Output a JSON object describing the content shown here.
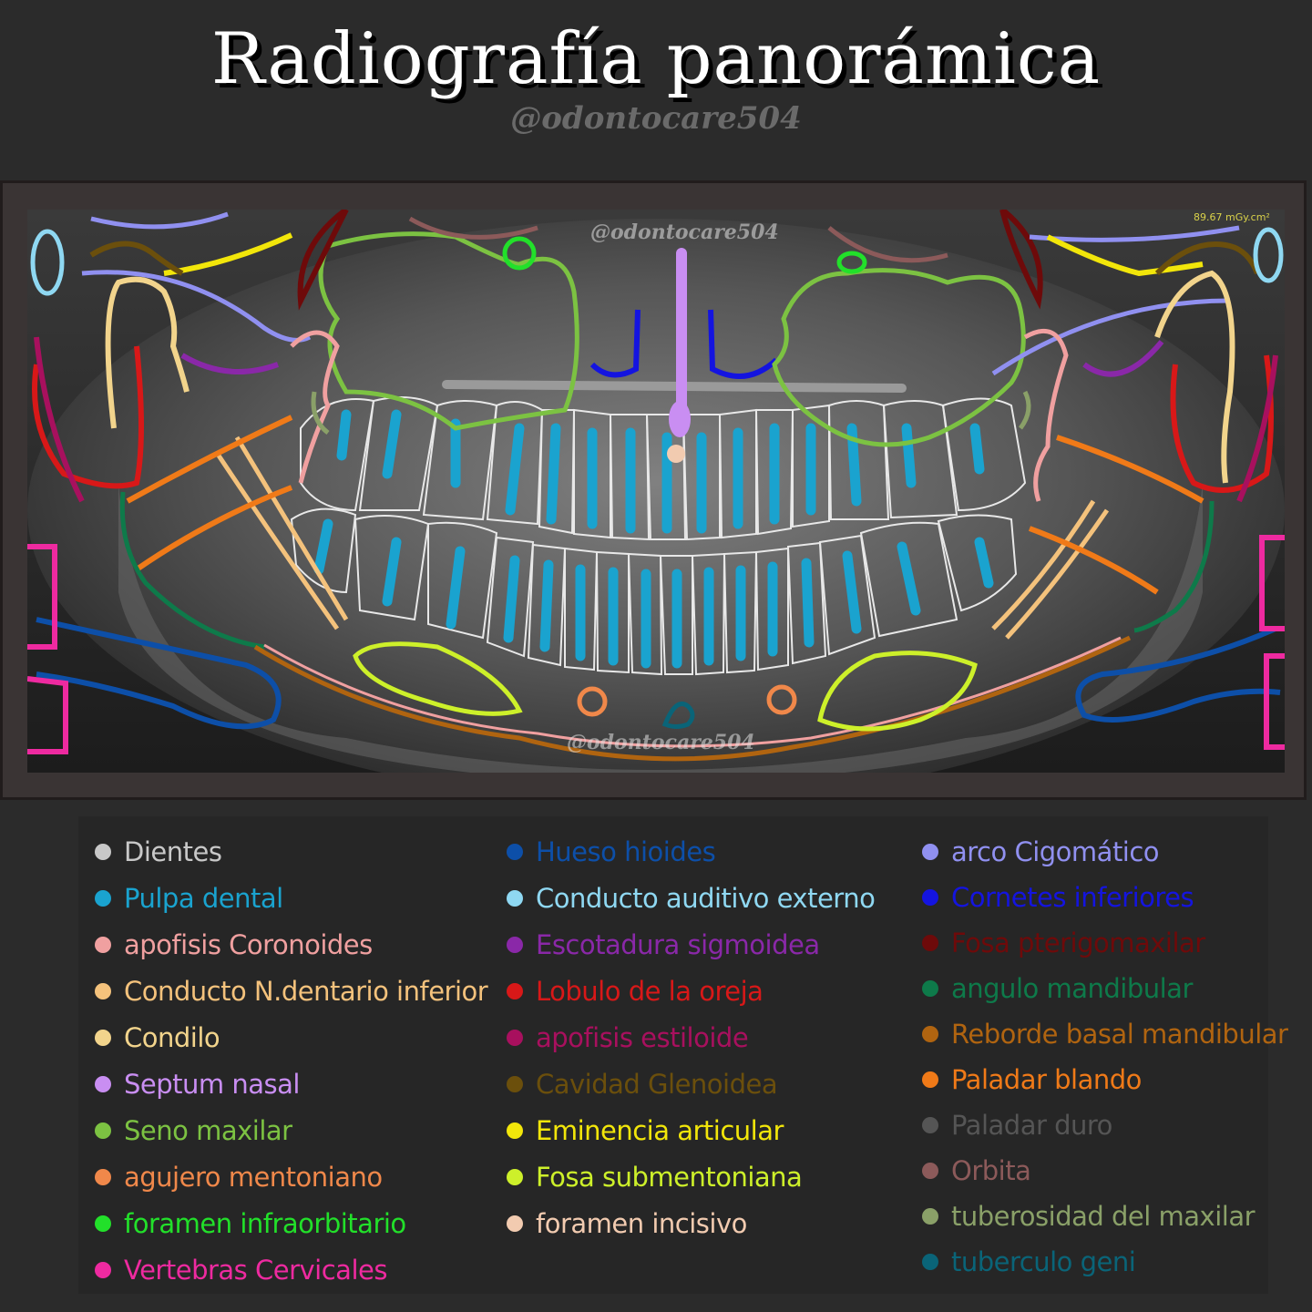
{
  "title": "Radiografía panorámica",
  "handle": "@odontocare504",
  "xray": {
    "dose_label": "89.67 mGy.cm²",
    "watermarks": [
      "@odontocare504",
      "@odontocare504"
    ]
  },
  "legend": {
    "columns": [
      [
        {
          "label": "Dientes",
          "color": "#c8c8c8"
        },
        {
          "label": "Pulpa dental",
          "color": "#1aa3cf"
        },
        {
          "label": "apofisis Coronoides",
          "color": "#f0a0a0"
        },
        {
          "label": "Conducto N.dentario inferior",
          "color": "#f4c27c"
        },
        {
          "label": "Condilo",
          "color": "#f2d48c"
        },
        {
          "label": "Septum nasal",
          "color": "#c98ef2"
        },
        {
          "label": "Seno maxilar",
          "color": "#7cc242"
        },
        {
          "label": "agujero mentoniano",
          "color": "#f0884a"
        },
        {
          "label": "foramen infraorbitario",
          "color": "#22e02a"
        },
        {
          "label": "Vertebras Cervicales",
          "color": "#ee2aa0"
        }
      ],
      [
        {
          "label": "Hueso hioides",
          "color": "#0d4fa8"
        },
        {
          "label": "Conducto auditivo externo",
          "color": "#8fd8f2"
        },
        {
          "label": "Escotadura sigmoidea",
          "color": "#8a28a8"
        },
        {
          "label": "Lobulo de la oreja",
          "color": "#d81818"
        },
        {
          "label": "apofisis estiloide",
          "color": "#a8105e"
        },
        {
          "label": "Cavidad Glenoidea",
          "color": "#6b4f0c"
        },
        {
          "label": "Eminencia articular",
          "color": "#f2e60a"
        },
        {
          "label": "Fosa submentoniana",
          "color": "#cdf02a"
        },
        {
          "label": "foramen incisivo",
          "color": "#f2cbb0"
        }
      ],
      [
        {
          "label": "arco Cigomático",
          "color": "#9090f0"
        },
        {
          "label": "Cornetes inferiores",
          "color": "#1414e0"
        },
        {
          "label": "Fosa pterigomaxilar",
          "color": "#6e0a0a"
        },
        {
          "label": "angulo mandibular",
          "color": "#0e7a4a"
        },
        {
          "label": "Reborde basal mandibular",
          "color": "#b06410"
        },
        {
          "label": "Paladar blando",
          "color": "#f07a18"
        },
        {
          "label": "Paladar duro",
          "color": "#555555"
        },
        {
          "label": "Orbita",
          "color": "#8c5a5a"
        },
        {
          "label": "tuberosidad del maxilar",
          "color": "#8aa068"
        },
        {
          "label": "tuberculo geni",
          "color": "#0a6478"
        }
      ]
    ]
  }
}
